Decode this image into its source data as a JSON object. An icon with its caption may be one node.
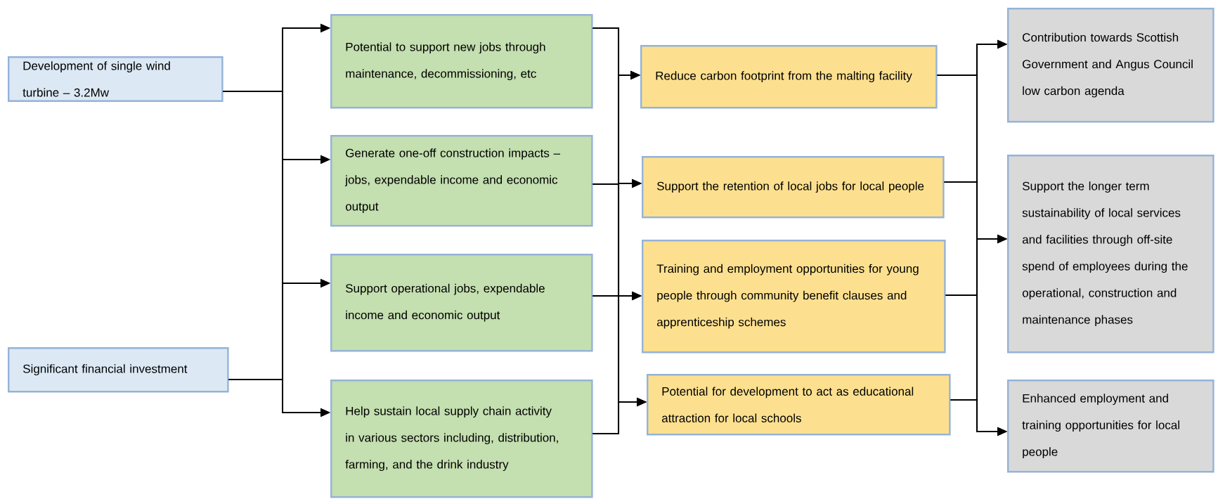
{
  "diagram": {
    "nodes": [
      {
        "text": [
          "Development of single wind turbine – 3.2Mw"
        ]
      },
      {
        "text": [
          "Significant financial investment"
        ]
      },
      {
        "text": [
          "Potential to support new jobs through maintenance, decommissioning, etc"
        ]
      },
      {
        "text": [
          "Generate one-off construction impacts – jobs, expendable income and economic output"
        ]
      },
      {
        "text": [
          "Support operational jobs, expendable income and economic output"
        ]
      },
      {
        "text": [
          "Help sustain local supply chain activity in various sectors including, distribution, farming, and the drink industry"
        ]
      },
      {
        "text": [
          "Reduce carbon footprint from the malting facility"
        ]
      },
      {
        "text": [
          "Support the retention of local jobs for local people"
        ]
      },
      {
        "text": [
          "Training and employment opportunities for young people through community benefit clauses and apprenticeship schemes"
        ]
      },
      {
        "text": [
          "Potential for development to act as educational attraction for local schools"
        ]
      },
      {
        "text": [
          "Contribution towards Scottish Government and Angus Council low carbon agenda"
        ]
      },
      {
        "text": [
          "Support the longer term sustainability of local services and facilities through off-site spend of employees during the operational, construction and maintenance phases"
        ]
      },
      {
        "text": [
          "Enhanced employment and training opportunities for local people"
        ]
      }
    ],
    "edges": [
      {
        "from": 0,
        "to": 2,
        "arrow": "to"
      },
      {
        "from": 0,
        "to": 3,
        "arrow": "to"
      },
      {
        "from": 0,
        "to": 4,
        "arrow": "to"
      },
      {
        "from": 0,
        "to": 5,
        "arrow": "to"
      },
      {
        "from": 1,
        "to": 2,
        "arrow": "to"
      },
      {
        "from": 1,
        "to": 3,
        "arrow": "to"
      },
      {
        "from": 1,
        "to": 4,
        "arrow": "to"
      },
      {
        "from": 1,
        "to": 5,
        "arrow": "to"
      },
      {
        "from": 2,
        "to": 6,
        "arrow": "to"
      },
      {
        "from": 2,
        "to": 7,
        "arrow": "to"
      },
      {
        "from": 2,
        "to": 8,
        "arrow": "to"
      },
      {
        "from": 2,
        "to": 9,
        "arrow": "to"
      },
      {
        "from": 3,
        "to": 6,
        "arrow": "to"
      },
      {
        "from": 3,
        "to": 7,
        "arrow": "to"
      },
      {
        "from": 3,
        "to": 8,
        "arrow": "to"
      },
      {
        "from": 3,
        "to": 9,
        "arrow": "to"
      },
      {
        "from": 4,
        "to": 6,
        "arrow": "to"
      },
      {
        "from": 4,
        "to": 7,
        "arrow": "to"
      },
      {
        "from": 4,
        "to": 8,
        "arrow": "to"
      },
      {
        "from": 4,
        "to": 9,
        "arrow": "to"
      },
      {
        "from": 5,
        "to": 6,
        "arrow": "to"
      },
      {
        "from": 5,
        "to": 7,
        "arrow": "to"
      },
      {
        "from": 5,
        "to": 8,
        "arrow": "to"
      },
      {
        "from": 5,
        "to": 9,
        "arrow": "to"
      },
      {
        "from": 6,
        "to": 10,
        "arrow": "to"
      },
      {
        "from": 6,
        "to": 11,
        "arrow": "to"
      },
      {
        "from": 6,
        "to": 12,
        "arrow": "to"
      },
      {
        "from": 7,
        "to": 10,
        "arrow": "to"
      },
      {
        "from": 7,
        "to": 11,
        "arrow": "to"
      },
      {
        "from": 7,
        "to": 12,
        "arrow": "to"
      },
      {
        "from": 8,
        "to": 10,
        "arrow": "to"
      },
      {
        "from": 8,
        "to": 11,
        "arrow": "to"
      },
      {
        "from": 8,
        "to": 12,
        "arrow": "to"
      },
      {
        "from": 9,
        "to": 10,
        "arrow": "to"
      },
      {
        "from": 9,
        "to": 11,
        "arrow": "to"
      },
      {
        "from": 9,
        "to": 12,
        "arrow": "to"
      }
    ]
  }
}
